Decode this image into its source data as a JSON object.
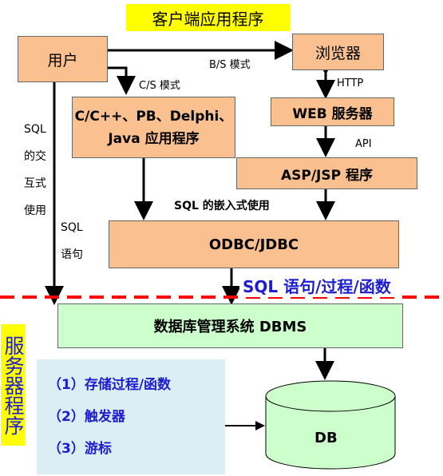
{
  "client_title": "客户端应用程序",
  "user_box": "用户",
  "browser_box": "浏览器",
  "bs_label": "B/S 模式",
  "cs_label": "C/S 模式",
  "http_label": "HTTP",
  "api_label": "API",
  "app_box": {
    "line1": "C/C++、PB、Delphi、",
    "line2": "Java 应用程序"
  },
  "web_box": "WEB 服务器",
  "asp_box": "ASP/JSP 程序",
  "sql_embedded_label": "SQL 的嵌入式使用",
  "odbc_box": "ODBC/JDBC",
  "sql_interactive_label": [
    "SQL",
    "的交",
    "互式",
    "使用"
  ],
  "sql_statement_label": [
    "SQL",
    "语句"
  ],
  "sql_divider_label": "SQL 语句/过程/函数",
  "dbms_box": "数据库管理系统 DBMS",
  "server_label": "服务器程序",
  "server_features": [
    "（1）存储过程/函数",
    "（2）触发器",
    "（3）游标"
  ],
  "db_label": "DB",
  "colors": {
    "box_fill": "#fac090",
    "dbms_fill": "#ccffcc",
    "feature_panel": "#dbeef4",
    "divider": "#ff0000",
    "highlight": "#ffff00",
    "feature_text": "#1c1cd0"
  }
}
